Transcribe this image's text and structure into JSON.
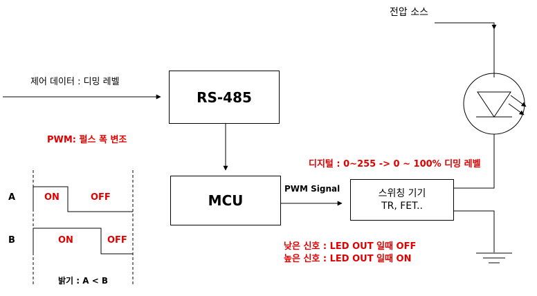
{
  "voltage_source": "전압 소스",
  "control_data": "제어 데이터 : 디밍 레벨",
  "rs485": "RS-485",
  "pwm_title": "PWM: 펄스 폭 변조",
  "mcu": "MCU",
  "digital_range": "디지털 :  0~255 -> 0 ~ 100% 디밍 레벨",
  "pwm_signal": "PWM Signal",
  "switching": {
    "line1": "스위칭 기기",
    "line2": "TR, FET.."
  },
  "waveform": {
    "a_label": "A",
    "a_on": "ON",
    "a_off": "OFF",
    "b_label": "B",
    "b_on": "ON",
    "b_off": "OFF",
    "brightness": "밝기 :  A < B"
  },
  "notes": {
    "low": "낮은 신호 : LED OUT 일때 OFF",
    "high": "높은 신호 : LED OUT 일때 ON"
  },
  "colors": {
    "accent": "#e00000",
    "line": "#000000"
  }
}
